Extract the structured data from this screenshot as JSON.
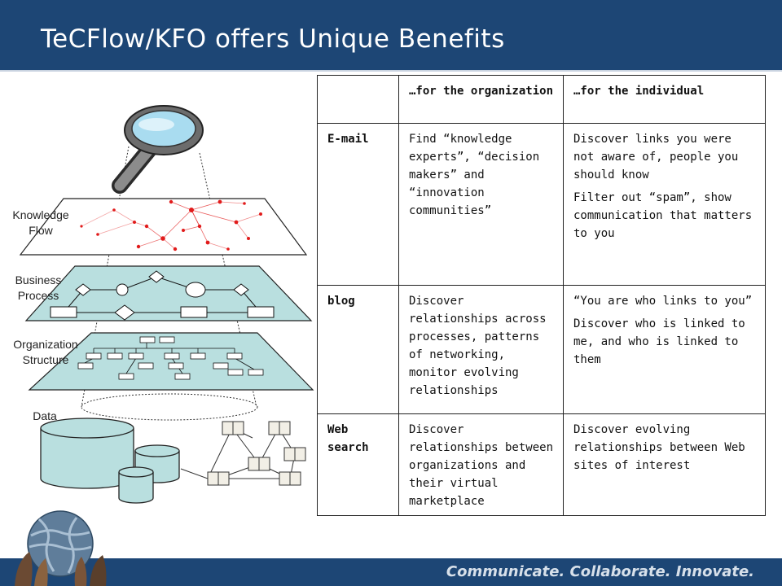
{
  "slide": {
    "title": "TeCFlow/KFO offers Unique Benefits",
    "tagline": "Communicate. Collaborate. Innovate."
  },
  "diagram": {
    "layers": [
      {
        "label": "Knowledge Flow"
      },
      {
        "label": "Business Process"
      },
      {
        "label": "Organization Structure"
      },
      {
        "label": "Data"
      }
    ],
    "icons": [
      "magnifying-glass-icon",
      "network-graph-icon",
      "flowchart-icon",
      "org-chart-icon",
      "database-icon",
      "document-icon"
    ],
    "colors": {
      "layer_fill": "#b9dfdf",
      "network_red": "#e11b1b",
      "header_blue": "#1d4675"
    }
  },
  "table": {
    "headers": [
      "",
      "…for the organization",
      "…for the individual"
    ],
    "rows": [
      {
        "label": "E-mail",
        "organization": [
          "Find “knowledge experts”, “decision makers” and “innovation communities”"
        ],
        "individual": [
          "Discover links you were not aware of, people you should know",
          "Filter out “spam”, show communication that matters to you"
        ]
      },
      {
        "label": "blog",
        "organization": [
          "Discover relationships across processes, patterns of networking, monitor evolving relationships"
        ],
        "individual": [
          "“You are who links to you”",
          "Discover who is linked to me, and who is linked to them"
        ]
      },
      {
        "label": "Web search",
        "organization": [
          "Discover relationships between organizations and their virtual marketplace"
        ],
        "individual": [
          "Discover evolving relationships between Web sites of interest"
        ]
      }
    ]
  }
}
